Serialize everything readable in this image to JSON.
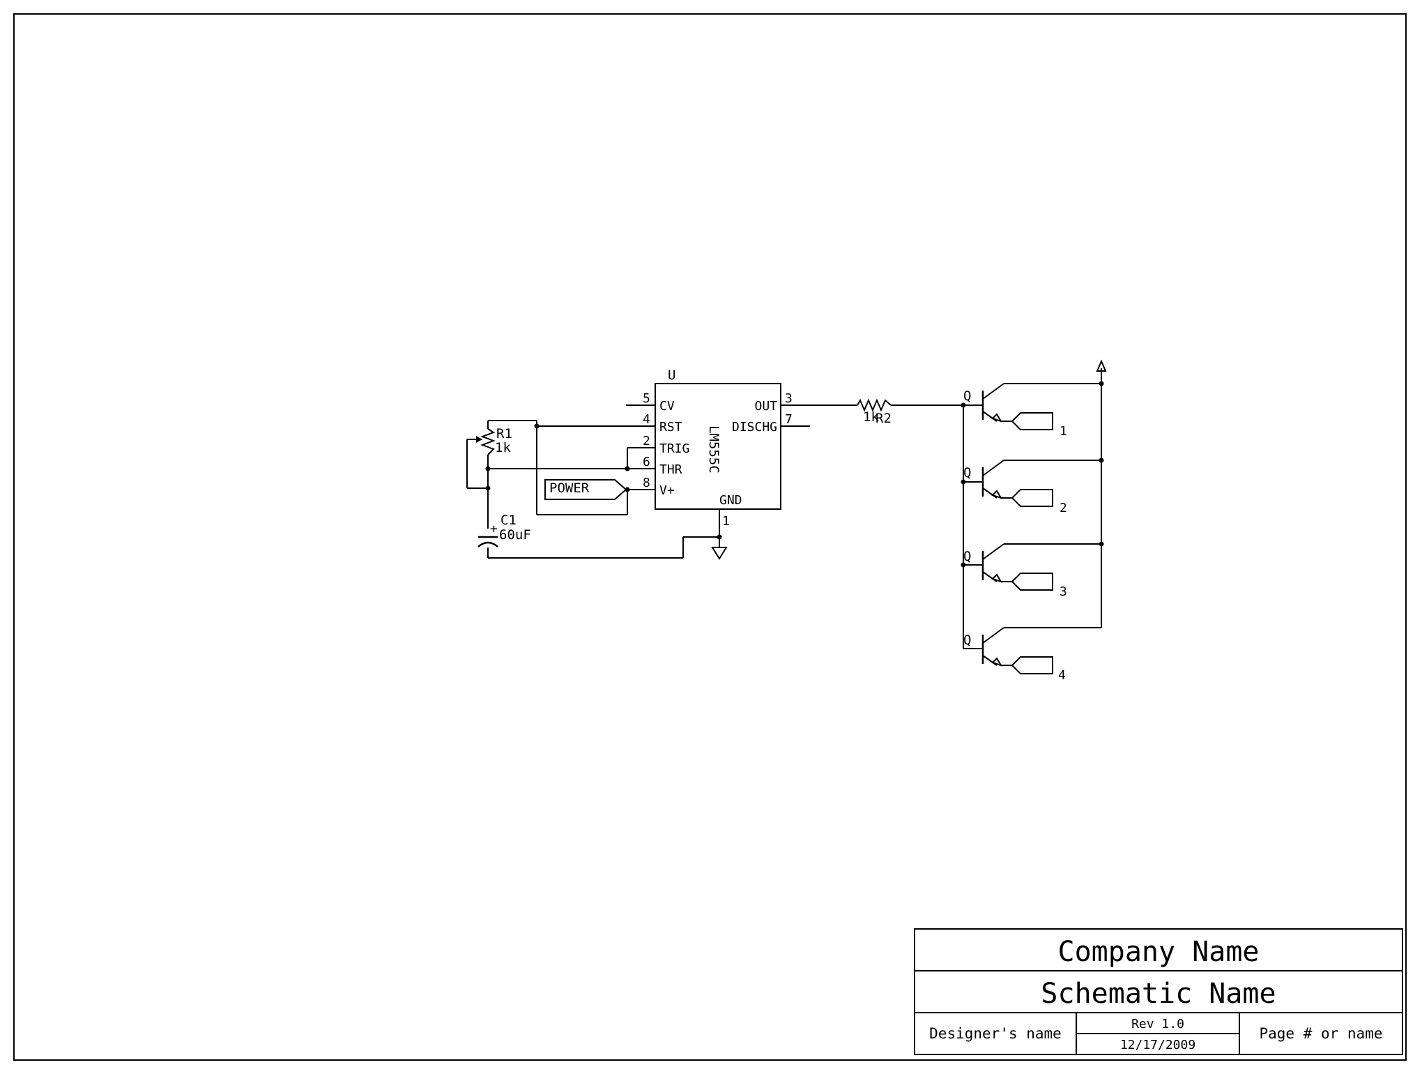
{
  "u1": {
    "ref": "U",
    "part": "LM555C",
    "pins": {
      "cv": {
        "name": "CV",
        "num": "5"
      },
      "rst": {
        "name": "RST",
        "num": "4"
      },
      "trig": {
        "name": "TRIG",
        "num": "2"
      },
      "thr": {
        "name": "THR",
        "num": "6"
      },
      "vplus": {
        "name": "V+",
        "num": "8"
      },
      "out": {
        "name": "OUT",
        "num": "3"
      },
      "dischg": {
        "name": "DISCHG",
        "num": "7"
      },
      "gnd": {
        "name": "GND",
        "num": "1"
      }
    }
  },
  "r1": {
    "ref": "R1",
    "value": "1k"
  },
  "c1": {
    "ref": "C1",
    "value": "60uF",
    "polarity": "+"
  },
  "r2": {
    "ref": "R2",
    "value": "1k"
  },
  "power_label": "POWER",
  "transistors": [
    {
      "ref": "Q",
      "port": "1"
    },
    {
      "ref": "Q",
      "port": "2"
    },
    {
      "ref": "Q",
      "port": "3"
    },
    {
      "ref": "Q",
      "port": "4"
    }
  ],
  "title_block": {
    "company": "Company Name",
    "schematic": "Schematic Name",
    "designer": "Designer's name",
    "rev": "Rev 1.0",
    "date": "12/17/2009",
    "page": "Page # or name"
  }
}
